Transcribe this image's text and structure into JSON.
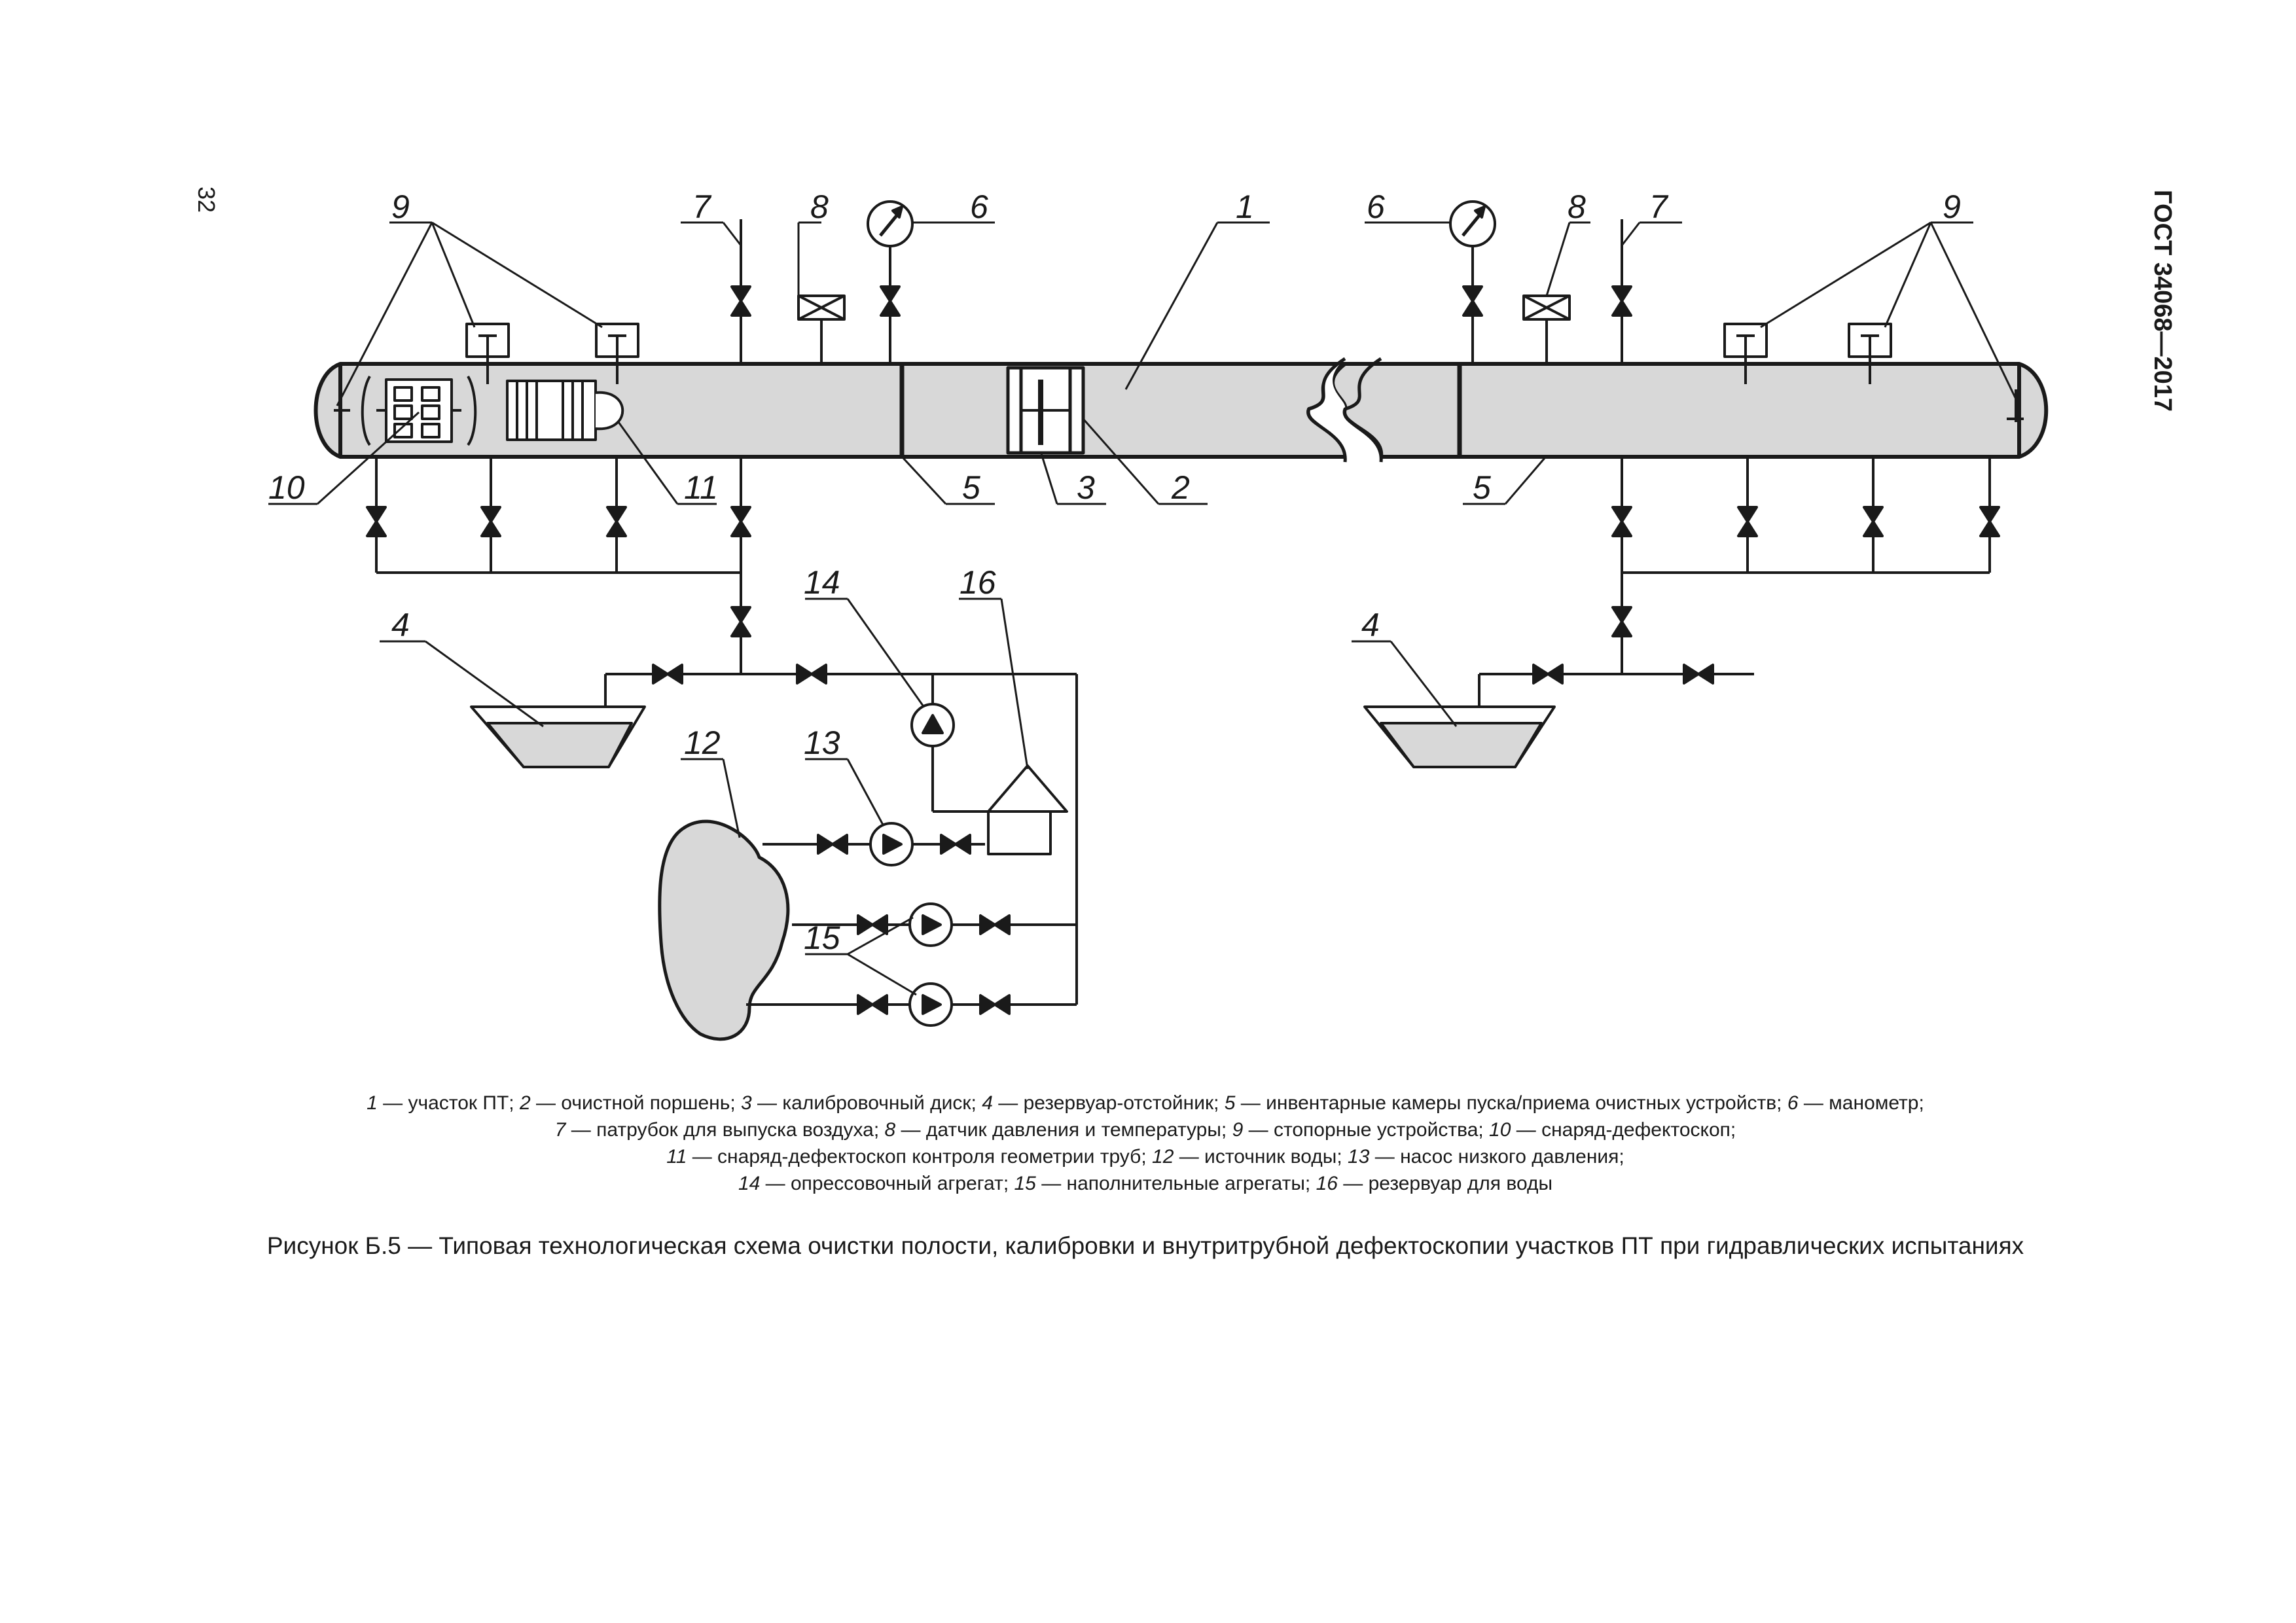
{
  "header": {
    "standard": "ГОСТ 34068—2017",
    "page_number": "32"
  },
  "labels": [
    "1",
    "2",
    "3",
    "4",
    "5",
    "6",
    "7",
    "8",
    "9",
    "10",
    "11",
    "12",
    "13",
    "14",
    "15",
    "16"
  ],
  "legend": [
    {
      "num": "1",
      "text": " — участок ПТ; "
    },
    {
      "num": "2",
      "text": " — очистной поршень; "
    },
    {
      "num": "3",
      "text": " — калибровочный диск; "
    },
    {
      "num": "4",
      "text": " — резервуар-отстойник;  "
    },
    {
      "num": "5",
      "text": " — инвентарные камеры пуска/приема очистных устройств; "
    },
    {
      "num": "6",
      "text": " — манометр;"
    },
    {
      "num": "7",
      "text": " — патрубок для выпуска воздуха;  "
    },
    {
      "num": "8",
      "text": " — датчик давления и температуры;  "
    },
    {
      "num": "9",
      "text": " — стопорные устройства; "
    },
    {
      "num": "10",
      "text": " — снаряд-дефектоскоп;"
    },
    {
      "num": "11",
      "text": " — снаряд-дефектоскоп контроля геометрии труб; "
    },
    {
      "num": "12",
      "text": " — источник воды; "
    },
    {
      "num": "13",
      "text": " — насос низкого давления;"
    },
    {
      "num": "14",
      "text": " — опрессовочный агрегат; "
    },
    {
      "num": "15",
      "text": " — наполнительные агрегаты; "
    },
    {
      "num": "16",
      "text": " — резервуар для воды"
    }
  ],
  "caption": "Рисунок Б.5 — Типовая технологическая схема очистки полости, калибровки и внутритрубной дефектоскопии участков ПТ при гидравлических испытаниях",
  "colors": {
    "pipe_fill": "#d8d8d8",
    "stroke": "#1a1a1a"
  }
}
